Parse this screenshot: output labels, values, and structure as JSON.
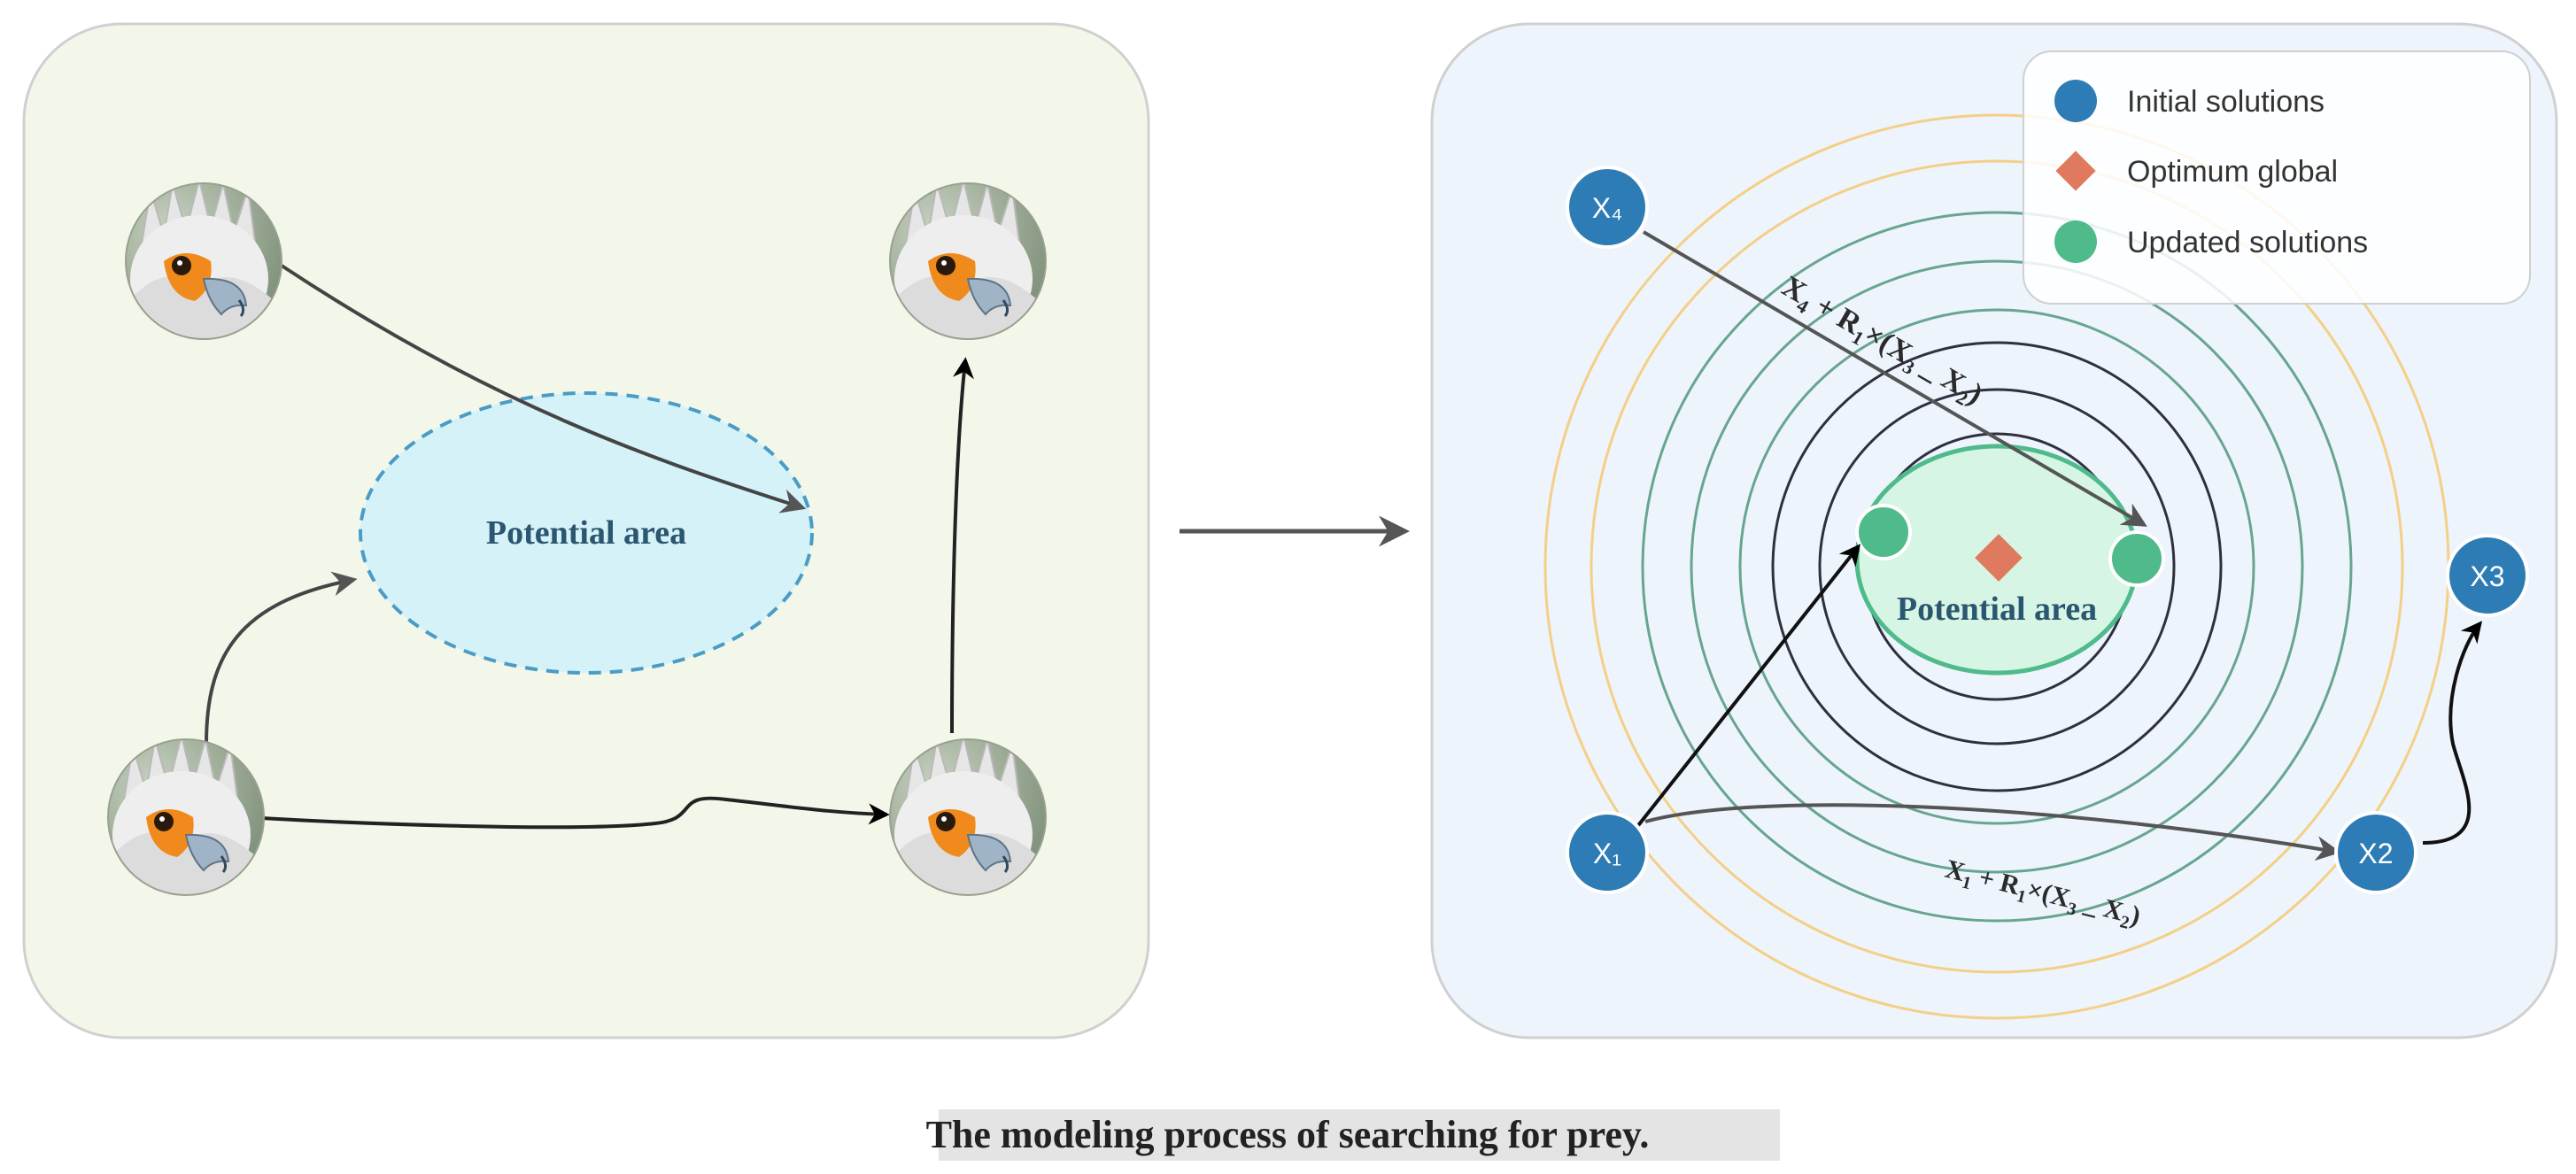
{
  "left_panel": {
    "potential_area_label": "Potential area"
  },
  "right_panel": {
    "potential_area_label": "Potential area",
    "nodes": {
      "x1": "X₁",
      "x2": "X2",
      "x3": "X3",
      "x4": "X₄"
    },
    "formulas": {
      "upper": {
        "base": "X",
        "base_sub": "4",
        "mid": " + R",
        "mid_sub": "1",
        "rest": "×(X",
        "rest_sub": "3",
        "tail": " _ X",
        "tail_sub": "2",
        "close": ")"
      },
      "lower": {
        "base": "X",
        "base_sub": "1",
        "mid": " + R",
        "mid_sub": "1",
        "rest": "×(X",
        "rest_sub": "3",
        "tail": " _ X",
        "tail_sub": "2",
        "close": ")"
      }
    }
  },
  "legend": {
    "items": [
      {
        "label": "Initial solutions",
        "color": "#2e7cb5",
        "marker": "circle"
      },
      {
        "label": "Optimum global",
        "color": "#e07a5f",
        "marker": "diamond"
      },
      {
        "label": "Updated solutions",
        "color": "#4fba8a",
        "marker": "circle"
      }
    ]
  },
  "caption": "The modeling process of searching for prey.",
  "colors": {
    "left_bg": "#f3f7e9",
    "right_bg": "#edf4fc",
    "node_blue": "#2e7cb5",
    "node_green": "#4fba8a",
    "diamond": "#e07a5f",
    "potential_left": "#d4f2f8",
    "potential_right": "#d6f5e4"
  },
  "icons": [
    "bird-avatar-icon",
    "arrow-right-icon"
  ]
}
